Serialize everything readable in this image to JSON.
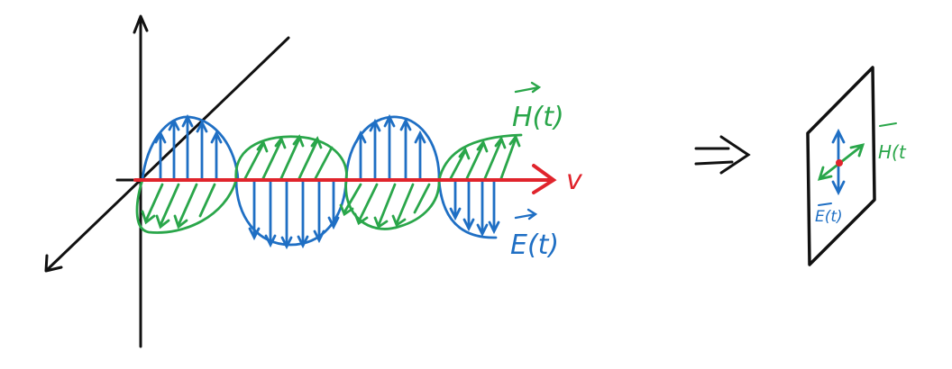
{
  "diagram": {
    "labels": {
      "h_field": "H(t)",
      "e_field": "E(t)",
      "propagation": "v",
      "implies": "=>",
      "plane_h": "H(t",
      "plane_e": "E(t)"
    },
    "colors": {
      "axes": "#111111",
      "e_field": "#1f6fc4",
      "h_field": "#2aa64a",
      "propagation": "#e0242c",
      "background": "#ffffff"
    }
  }
}
